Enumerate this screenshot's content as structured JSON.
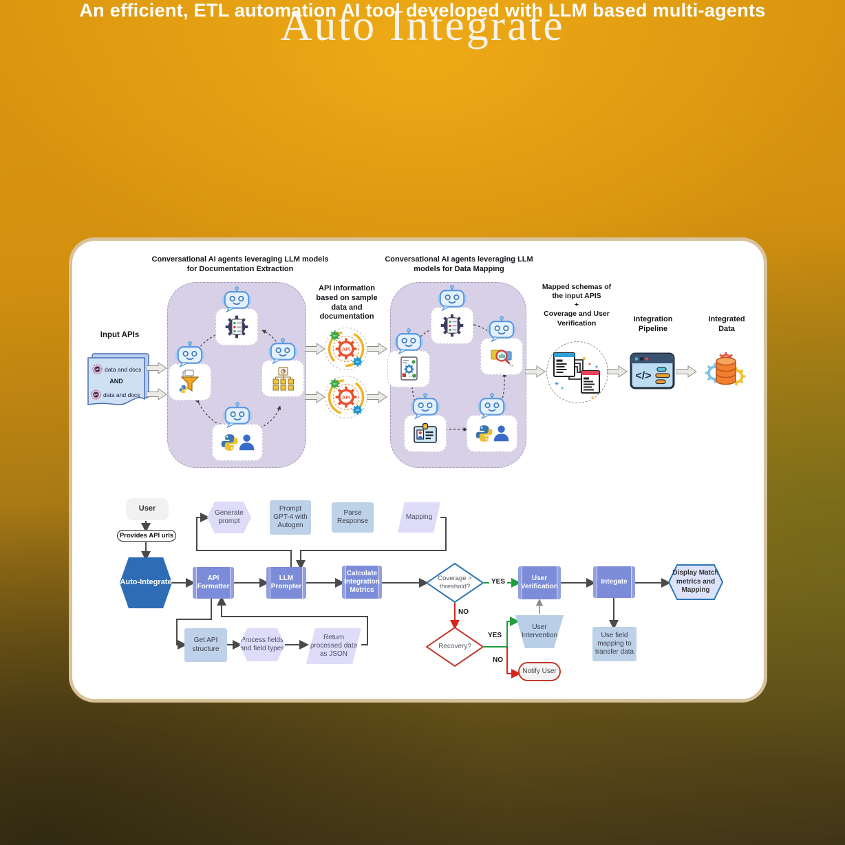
{
  "header": {
    "title": "Auto Integrate",
    "subtitle": "An efficient, ETL automation AI tool developed with LLM based multi-agents"
  },
  "colors": {
    "accent_blue": "#2e6cb5",
    "node_periwinkle": "#7c8cd9",
    "node_lightblue": "#bdd1e8",
    "node_lavender": "#dedcf9",
    "yes_green": "#1f9e3e",
    "no_red": "#d6251a",
    "card_border": "#d8c29a"
  },
  "diagram": {
    "box1_title": "Conversational AI agents leveraging LLM models\nfor Documentation Extraction",
    "box2_title": "Conversational AI agents leveraging LLM\nmodels for Data Mapping",
    "input_label": "Input APIs",
    "doc": {
      "row1": "data and docs",
      "and": "AND",
      "row2": "data and docs"
    },
    "api_info": "API information\nbased on sample\ndata and\ndocumentation",
    "api_badge": "API",
    "code_glyph": "</>",
    "mapped_schemas": "Mapped schemas of\nthe input APIS\n+\nCoverage and User\nVerification",
    "integration_pipeline": "Integration\nPipeline",
    "integrated_data": "Integrated\nData"
  },
  "flowchart": {
    "user": "User",
    "provides_api_urls": "Provides API urls",
    "auto_integrate": "Auto-Integrate",
    "generate_prompt": "Generate\nprompt",
    "prompt_gpt4": "Prompt\nGPT-4 with\nAutogen",
    "parse_response": "Parse\nResponse",
    "mapping": "Mapping",
    "api_formatter": "API\nFormatter",
    "llm_prompter": "LLM\nPrompter",
    "calculate_metrics": "Calculate\nIntegration\nMetrics",
    "coverage_threshold": "Coverage >\nthreshold?",
    "user_verification": "User\nVerification",
    "integate": "Integate",
    "display_match": "Display Match\nmetrics and\nMapping",
    "recovery": "Recovery?",
    "user_intervention": "User\nIntervention",
    "notify_user": "Notify User",
    "use_field_mapping": "Use field\nmapping to\ntransfer data",
    "get_api_structure": "Get API\nstructure",
    "process_fields": "Process fields\nand field types",
    "return_json": "Return\nprocessed data\nas JSON",
    "yes": "YES",
    "no": "NO"
  }
}
